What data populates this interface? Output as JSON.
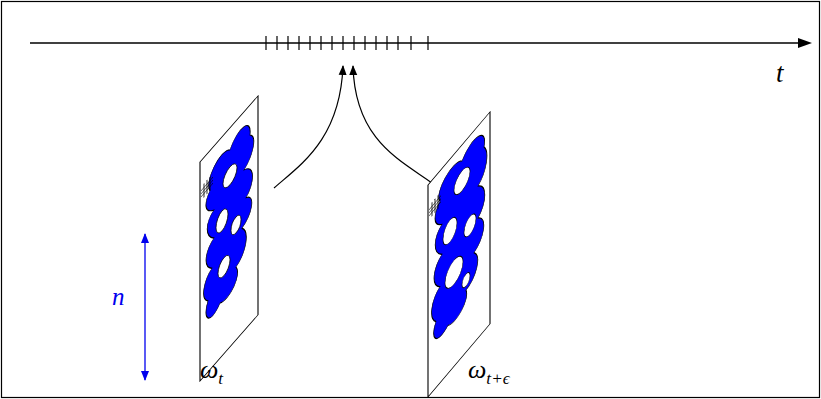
{
  "diagram": {
    "labels": [
      "t",
      "n",
      "ω",
      "t",
      "ω",
      "t+ϵ"
    ]
  }
}
